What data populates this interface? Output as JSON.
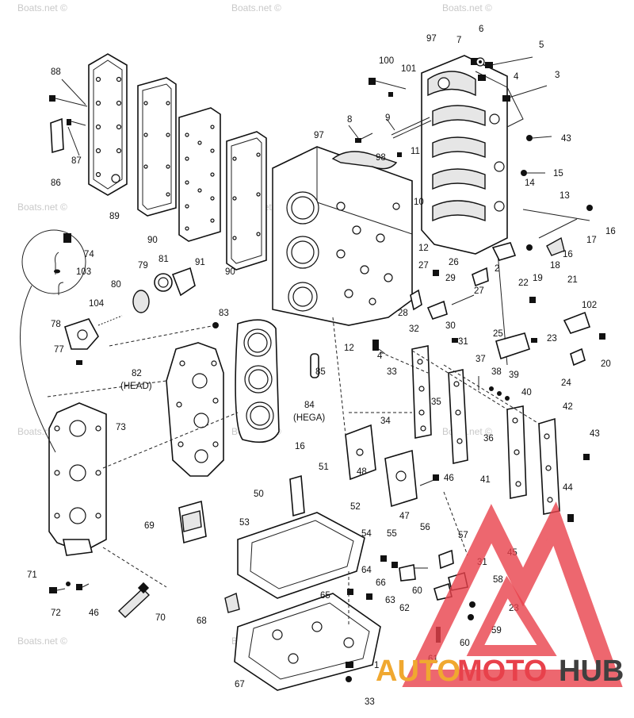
{
  "watermark": "Boats.net ©",
  "brand": {
    "part1": "AUTO",
    "part2": "MOTO",
    "part3": "HUB",
    "colors": {
      "auto": "#f0a830",
      "moto": "#e8414b",
      "hub": "#3f3f3f",
      "triangle": "#e8414b"
    }
  },
  "parts": [
    {
      "id": "p97a",
      "text": "97"
    },
    {
      "id": "p7",
      "text": "7"
    },
    {
      "id": "p6",
      "text": "6"
    },
    {
      "id": "p5",
      "text": "5"
    },
    {
      "id": "p100",
      "text": "100"
    },
    {
      "id": "p101",
      "text": "101"
    },
    {
      "id": "p4a",
      "text": "4"
    },
    {
      "id": "p3",
      "text": "3"
    },
    {
      "id": "p88",
      "text": "88"
    },
    {
      "id": "p8",
      "text": "8"
    },
    {
      "id": "p9",
      "text": "9"
    },
    {
      "id": "p43a",
      "text": "43"
    },
    {
      "id": "p97b",
      "text": "97"
    },
    {
      "id": "p98",
      "text": "98"
    },
    {
      "id": "p11",
      "text": "11"
    },
    {
      "id": "p87",
      "text": "87"
    },
    {
      "id": "p86",
      "text": "86"
    },
    {
      "id": "p15",
      "text": "15"
    },
    {
      "id": "p14",
      "text": "14"
    },
    {
      "id": "p13",
      "text": "13"
    },
    {
      "id": "p89",
      "text": "89"
    },
    {
      "id": "p10",
      "text": "10"
    },
    {
      "id": "p90a",
      "text": "90"
    },
    {
      "id": "p16a",
      "text": "16"
    },
    {
      "id": "p17",
      "text": "17"
    },
    {
      "id": "p74",
      "text": "74"
    },
    {
      "id": "p91",
      "text": "91"
    },
    {
      "id": "p12a",
      "text": "12"
    },
    {
      "id": "p26",
      "text": "26"
    },
    {
      "id": "p18",
      "text": "18"
    },
    {
      "id": "p16b",
      "text": "16"
    },
    {
      "id": "p103",
      "text": "103"
    },
    {
      "id": "p79",
      "text": "79"
    },
    {
      "id": "p81",
      "text": "81"
    },
    {
      "id": "p90b",
      "text": "90"
    },
    {
      "id": "p27a",
      "text": "27"
    },
    {
      "id": "p2",
      "text": "2"
    },
    {
      "id": "p29",
      "text": "29"
    },
    {
      "id": "p19",
      "text": "19"
    },
    {
      "id": "p22",
      "text": "22"
    },
    {
      "id": "p21",
      "text": "21"
    },
    {
      "id": "p80",
      "text": "80"
    },
    {
      "id": "p27b",
      "text": "27"
    },
    {
      "id": "p104",
      "text": "104"
    },
    {
      "id": "p83",
      "text": "83"
    },
    {
      "id": "p28",
      "text": "28"
    },
    {
      "id": "p102",
      "text": "102"
    },
    {
      "id": "p78",
      "text": "78"
    },
    {
      "id": "p32",
      "text": "32"
    },
    {
      "id": "p30",
      "text": "30"
    },
    {
      "id": "p25",
      "text": "25"
    },
    {
      "id": "p31a",
      "text": "31"
    },
    {
      "id": "p23a",
      "text": "23"
    },
    {
      "id": "p77",
      "text": "77"
    },
    {
      "id": "p12b",
      "text": "12"
    },
    {
      "id": "p4b",
      "text": "4"
    },
    {
      "id": "p37",
      "text": "37"
    },
    {
      "id": "p20",
      "text": "20"
    },
    {
      "id": "p85",
      "text": "85"
    },
    {
      "id": "p33a",
      "text": "33"
    },
    {
      "id": "p38",
      "text": "38"
    },
    {
      "id": "p39",
      "text": "39"
    },
    {
      "id": "p82",
      "text": "82"
    },
    {
      "id": "p82b",
      "text": "(HEAD)"
    },
    {
      "id": "p24",
      "text": "24"
    },
    {
      "id": "p40",
      "text": "40"
    },
    {
      "id": "p84",
      "text": "84"
    },
    {
      "id": "p84b",
      "text": "(HEGA)"
    },
    {
      "id": "p35",
      "text": "35"
    },
    {
      "id": "p42",
      "text": "42"
    },
    {
      "id": "p73",
      "text": "73"
    },
    {
      "id": "p34",
      "text": "34"
    },
    {
      "id": "p36",
      "text": "36"
    },
    {
      "id": "p43b",
      "text": "43"
    },
    {
      "id": "p16c",
      "text": "16"
    },
    {
      "id": "p51",
      "text": "51"
    },
    {
      "id": "p46a",
      "text": "46"
    },
    {
      "id": "p48",
      "text": "48"
    },
    {
      "id": "p41",
      "text": "41"
    },
    {
      "id": "p50",
      "text": "50"
    },
    {
      "id": "p44",
      "text": "44"
    },
    {
      "id": "p52",
      "text": "52"
    },
    {
      "id": "p47",
      "text": "47"
    },
    {
      "id": "p69",
      "text": "69"
    },
    {
      "id": "p53",
      "text": "53"
    },
    {
      "id": "p54",
      "text": "54"
    },
    {
      "id": "p55",
      "text": "55"
    },
    {
      "id": "p56",
      "text": "56"
    },
    {
      "id": "p57",
      "text": "57"
    },
    {
      "id": "p45",
      "text": "45"
    },
    {
      "id": "p31b",
      "text": "31"
    },
    {
      "id": "p64",
      "text": "64"
    },
    {
      "id": "p71",
      "text": "71"
    },
    {
      "id": "p58",
      "text": "58"
    },
    {
      "id": "p66",
      "text": "66"
    },
    {
      "id": "p65",
      "text": "65"
    },
    {
      "id": "p60a",
      "text": "60"
    },
    {
      "id": "p72",
      "text": "72"
    },
    {
      "id": "p46b",
      "text": "46"
    },
    {
      "id": "p70",
      "text": "70"
    },
    {
      "id": "p63",
      "text": "63"
    },
    {
      "id": "p62",
      "text": "62"
    },
    {
      "id": "p23b",
      "text": "23"
    },
    {
      "id": "p68",
      "text": "68"
    },
    {
      "id": "p59",
      "text": "59"
    },
    {
      "id": "p60b",
      "text": "60"
    },
    {
      "id": "p61",
      "text": "61"
    },
    {
      "id": "p67",
      "text": "67"
    },
    {
      "id": "p1",
      "text": "1"
    },
    {
      "id": "p33b",
      "text": "33"
    }
  ]
}
